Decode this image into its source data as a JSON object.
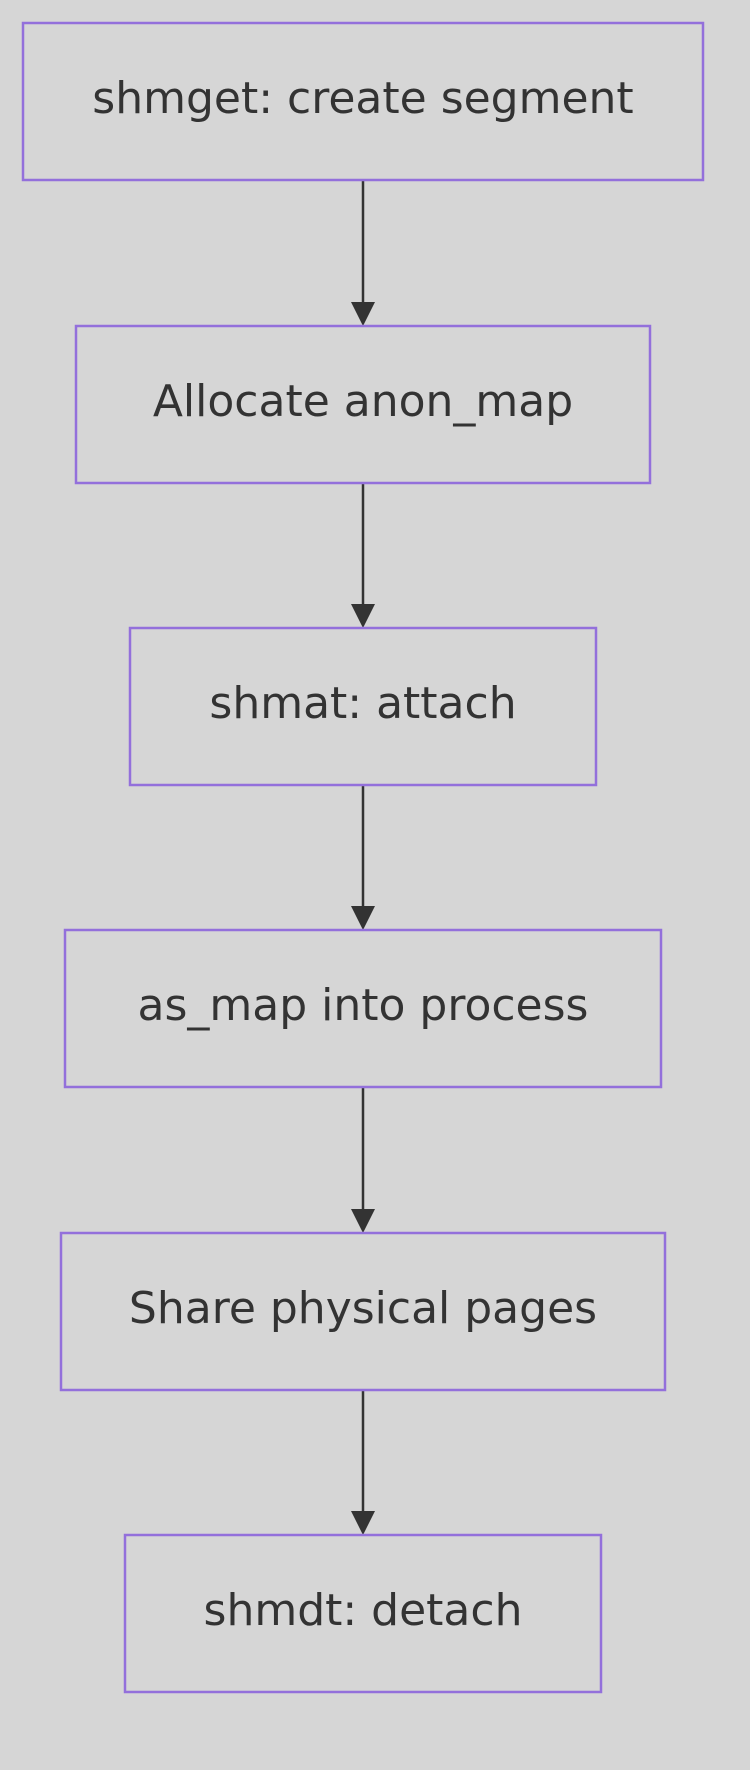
{
  "flowchart": {
    "nodes": [
      {
        "id": "n1",
        "label": "shmget: create segment"
      },
      {
        "id": "n2",
        "label": "Allocate anon_map"
      },
      {
        "id": "n3",
        "label": "shmat: attach"
      },
      {
        "id": "n4",
        "label": "as_map into process"
      },
      {
        "id": "n5",
        "label": "Share physical pages"
      },
      {
        "id": "n6",
        "label": "shmdt: detach"
      }
    ],
    "edges": [
      {
        "from": "n1",
        "to": "n2"
      },
      {
        "from": "n2",
        "to": "n3"
      },
      {
        "from": "n3",
        "to": "n4"
      },
      {
        "from": "n4",
        "to": "n5"
      },
      {
        "from": "n5",
        "to": "n6"
      }
    ]
  },
  "colors": {
    "background": "#d6d6d6",
    "node_border": "#9370db",
    "node_text": "#333333",
    "edge": "#333333"
  }
}
